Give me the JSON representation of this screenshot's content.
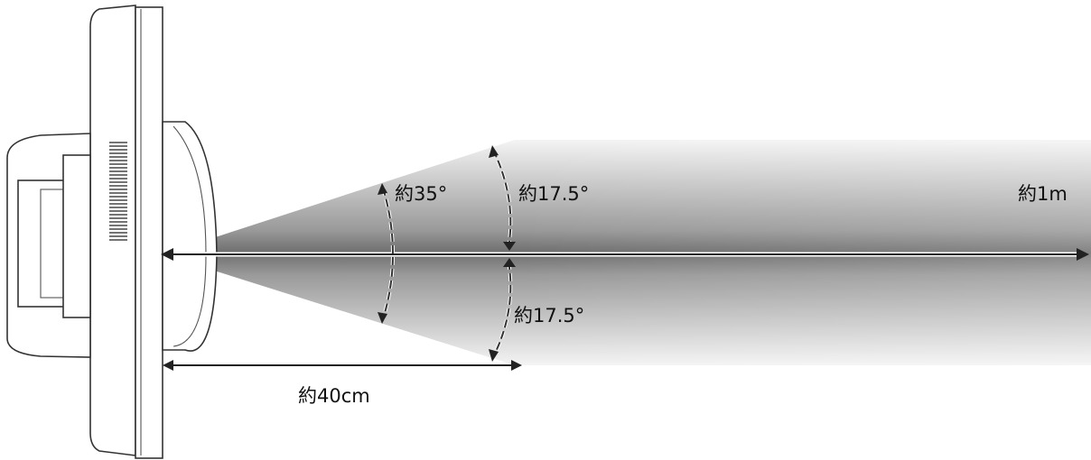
{
  "labels": {
    "angle_total": "約35°",
    "angle_upper": "約17.5°",
    "angle_lower": "約17.5°",
    "distance_near": "約40cm",
    "distance_far": "約1m"
  },
  "colors": {
    "beam_dark": "#7a7a7a",
    "beam_light": "#ececec",
    "line": "#222222"
  },
  "icons": {
    "device": "camera-device-side-view"
  }
}
